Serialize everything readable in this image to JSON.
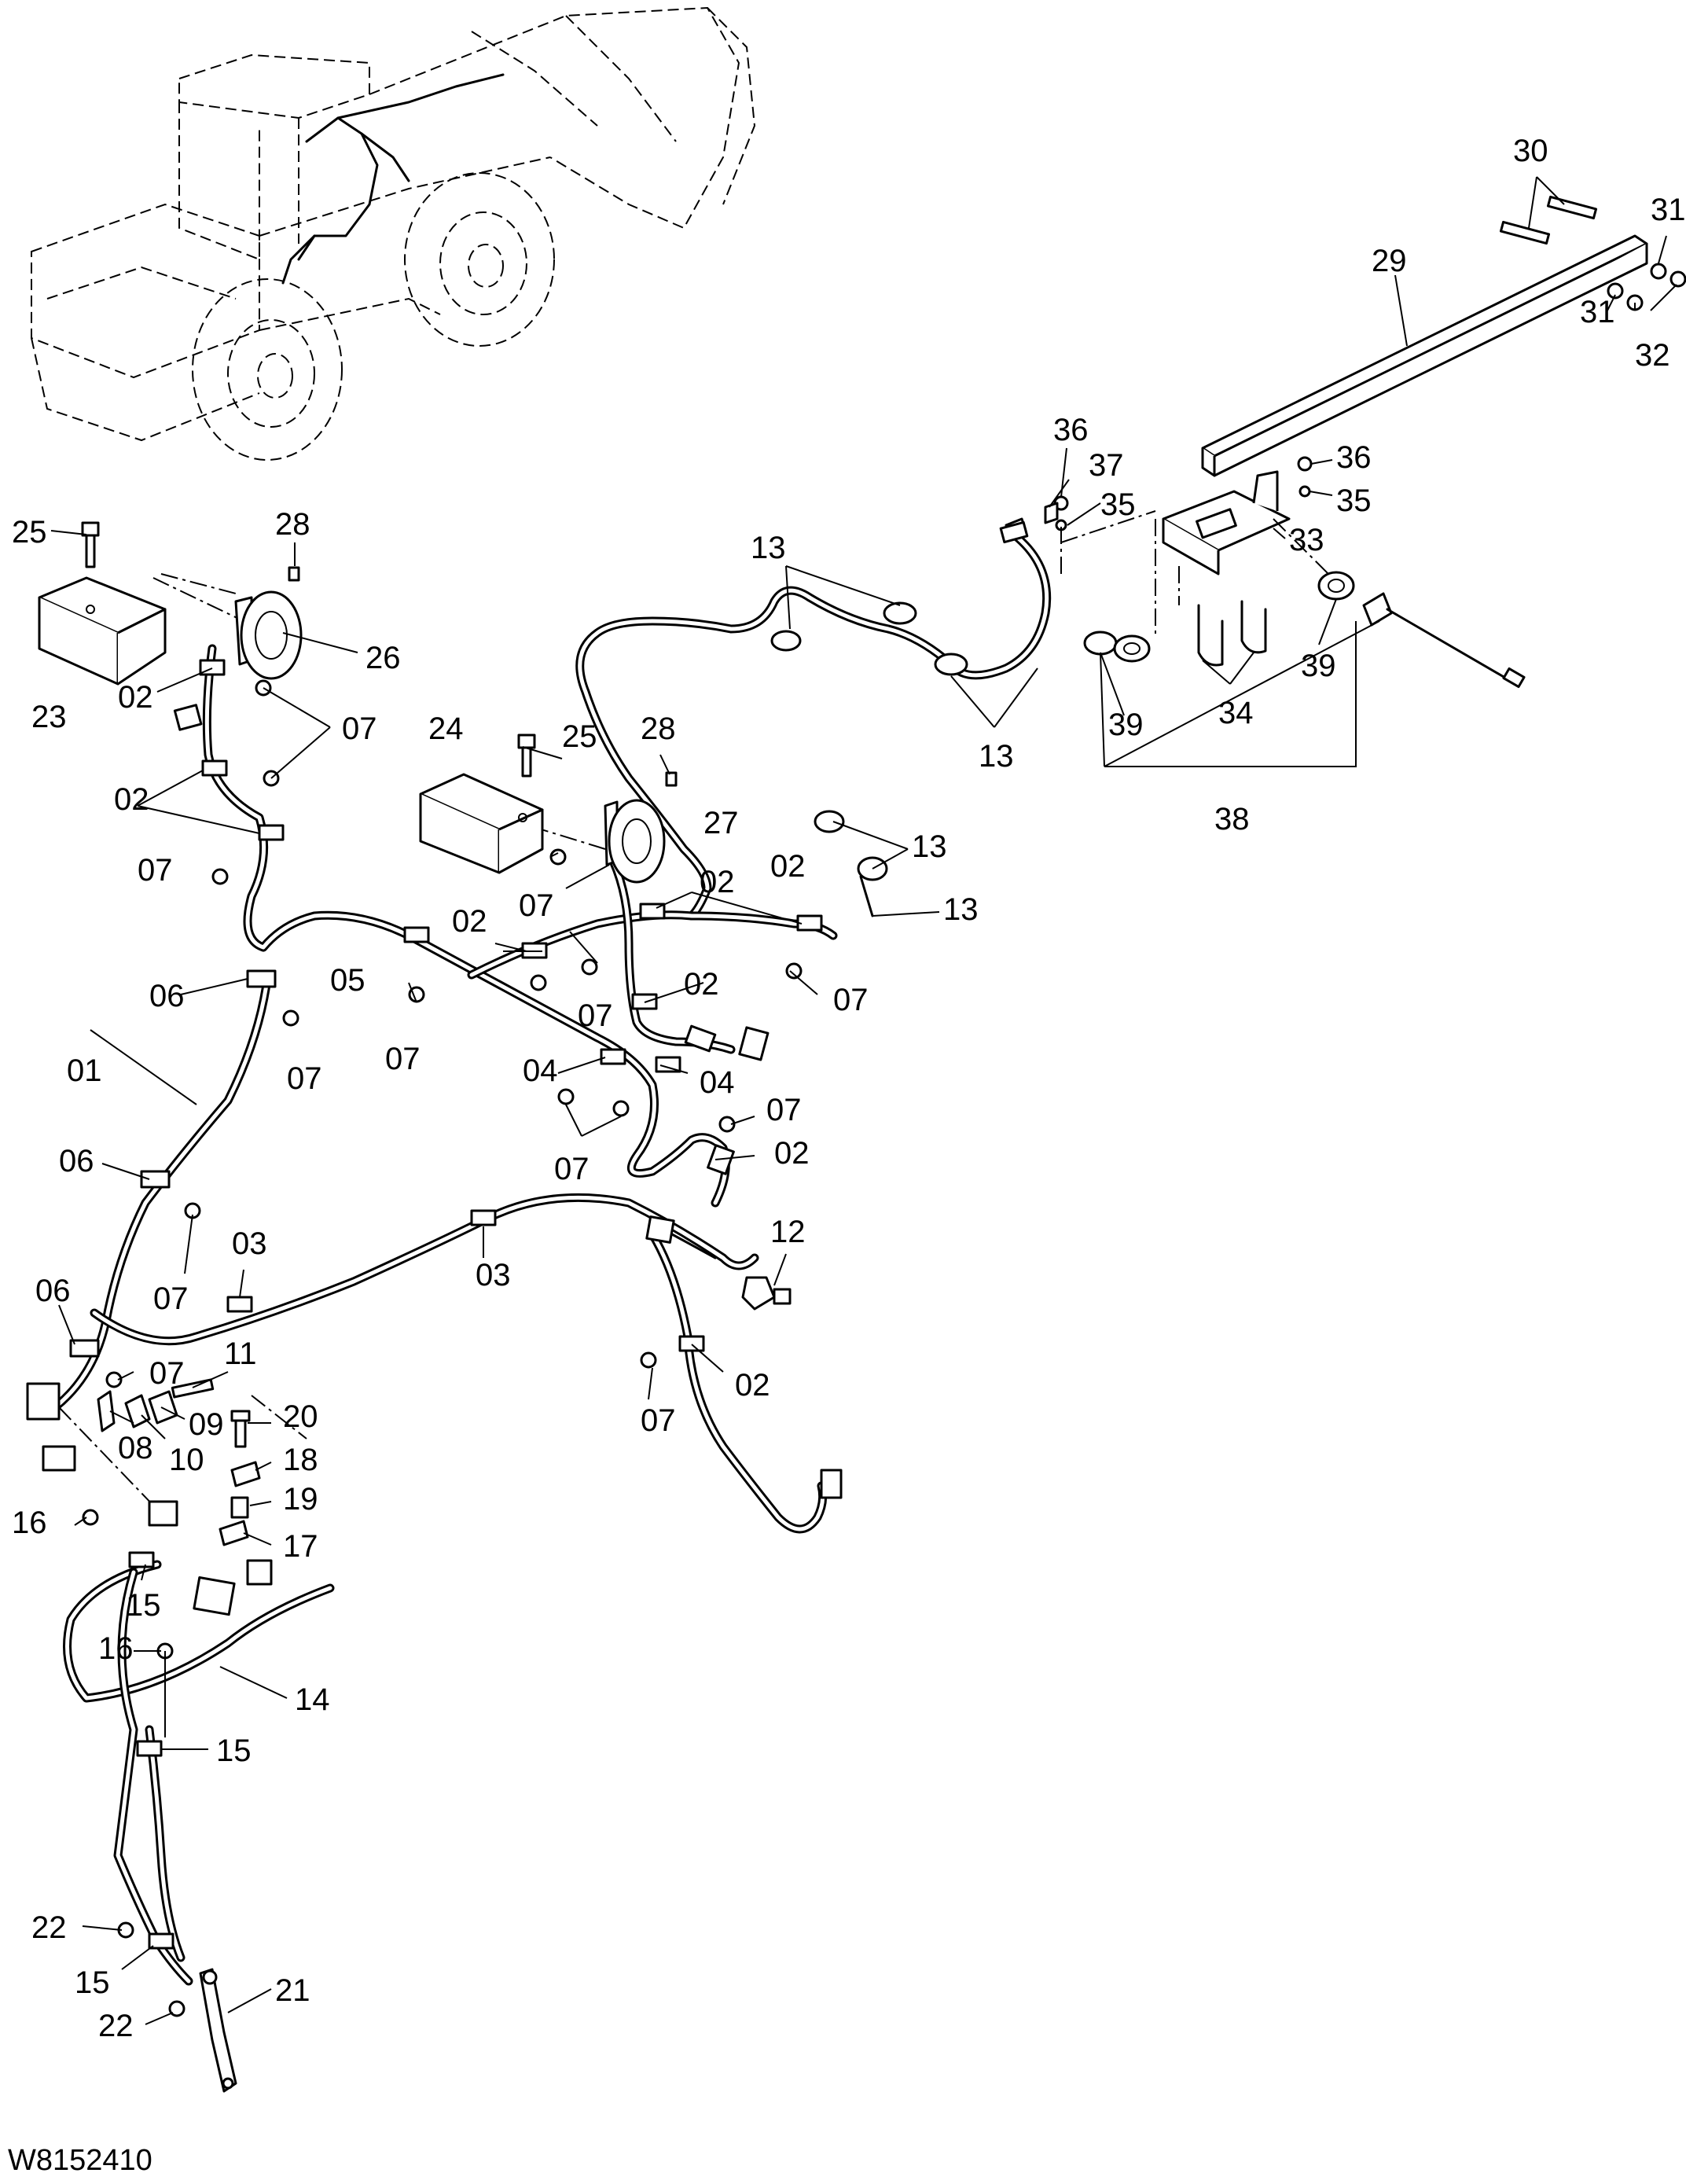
{
  "drawing": {
    "code": "W8152410"
  },
  "callouts": [
    {
      "id": "c30",
      "text": "30"
    },
    {
      "id": "c31a",
      "text": "31"
    },
    {
      "id": "c29",
      "text": "29"
    },
    {
      "id": "c31b",
      "text": "31"
    },
    {
      "id": "c32",
      "text": "32"
    },
    {
      "id": "c36a",
      "text": "36"
    },
    {
      "id": "c37",
      "text": "37"
    },
    {
      "id": "c35a",
      "text": "35"
    },
    {
      "id": "c36b",
      "text": "36"
    },
    {
      "id": "c35b",
      "text": "35"
    },
    {
      "id": "c33",
      "text": "33"
    },
    {
      "id": "c13a",
      "text": "13"
    },
    {
      "id": "c39a",
      "text": "39"
    },
    {
      "id": "c39b",
      "text": "39"
    },
    {
      "id": "c34",
      "text": "34"
    },
    {
      "id": "c13b",
      "text": "13"
    },
    {
      "id": "c38",
      "text": "38"
    },
    {
      "id": "c13c",
      "text": "13"
    },
    {
      "id": "c13d",
      "text": "13"
    },
    {
      "id": "c25a",
      "text": "25"
    },
    {
      "id": "c28a",
      "text": "28"
    },
    {
      "id": "c23",
      "text": "23"
    },
    {
      "id": "c02a",
      "text": "02"
    },
    {
      "id": "c26",
      "text": "26"
    },
    {
      "id": "c07a",
      "text": "07"
    },
    {
      "id": "c24",
      "text": "24"
    },
    {
      "id": "c25b",
      "text": "25"
    },
    {
      "id": "c28b",
      "text": "28"
    },
    {
      "id": "c02b",
      "text": "02"
    },
    {
      "id": "c27",
      "text": "27"
    },
    {
      "id": "c07b",
      "text": "07"
    },
    {
      "id": "c02c",
      "text": "02"
    },
    {
      "id": "c02d",
      "text": "02"
    },
    {
      "id": "c07c",
      "text": "07"
    },
    {
      "id": "c02e",
      "text": "02"
    },
    {
      "id": "c05",
      "text": "05"
    },
    {
      "id": "c07d",
      "text": "07"
    },
    {
      "id": "c02f",
      "text": "02"
    },
    {
      "id": "c07e",
      "text": "07"
    },
    {
      "id": "c06a",
      "text": "06"
    },
    {
      "id": "c07f",
      "text": "07"
    },
    {
      "id": "c07g",
      "text": "07"
    },
    {
      "id": "c01",
      "text": "01"
    },
    {
      "id": "c04a",
      "text": "04"
    },
    {
      "id": "c04b",
      "text": "04"
    },
    {
      "id": "c07h",
      "text": "07"
    },
    {
      "id": "c07i",
      "text": "07"
    },
    {
      "id": "c02g",
      "text": "02"
    },
    {
      "id": "c06b",
      "text": "06"
    },
    {
      "id": "c12",
      "text": "12"
    },
    {
      "id": "c07j",
      "text": "07"
    },
    {
      "id": "c03a",
      "text": "03"
    },
    {
      "id": "c03b",
      "text": "03"
    },
    {
      "id": "c06c",
      "text": "06"
    },
    {
      "id": "c07k",
      "text": "07"
    },
    {
      "id": "c11",
      "text": "11"
    },
    {
      "id": "c02h",
      "text": "02"
    },
    {
      "id": "c09",
      "text": "09"
    },
    {
      "id": "c08",
      "text": "08"
    },
    {
      "id": "c10",
      "text": "10"
    },
    {
      "id": "c20",
      "text": "20"
    },
    {
      "id": "c07l",
      "text": "07"
    },
    {
      "id": "c18",
      "text": "18"
    },
    {
      "id": "c19",
      "text": "19"
    },
    {
      "id": "c16a",
      "text": "16"
    },
    {
      "id": "c17",
      "text": "17"
    },
    {
      "id": "c15a",
      "text": "15"
    },
    {
      "id": "c16b",
      "text": "16"
    },
    {
      "id": "c14",
      "text": "14"
    },
    {
      "id": "c15b",
      "text": "15"
    },
    {
      "id": "c22a",
      "text": "22"
    },
    {
      "id": "c15c",
      "text": "15"
    },
    {
      "id": "c21",
      "text": "21"
    },
    {
      "id": "c22b",
      "text": "22"
    }
  ]
}
